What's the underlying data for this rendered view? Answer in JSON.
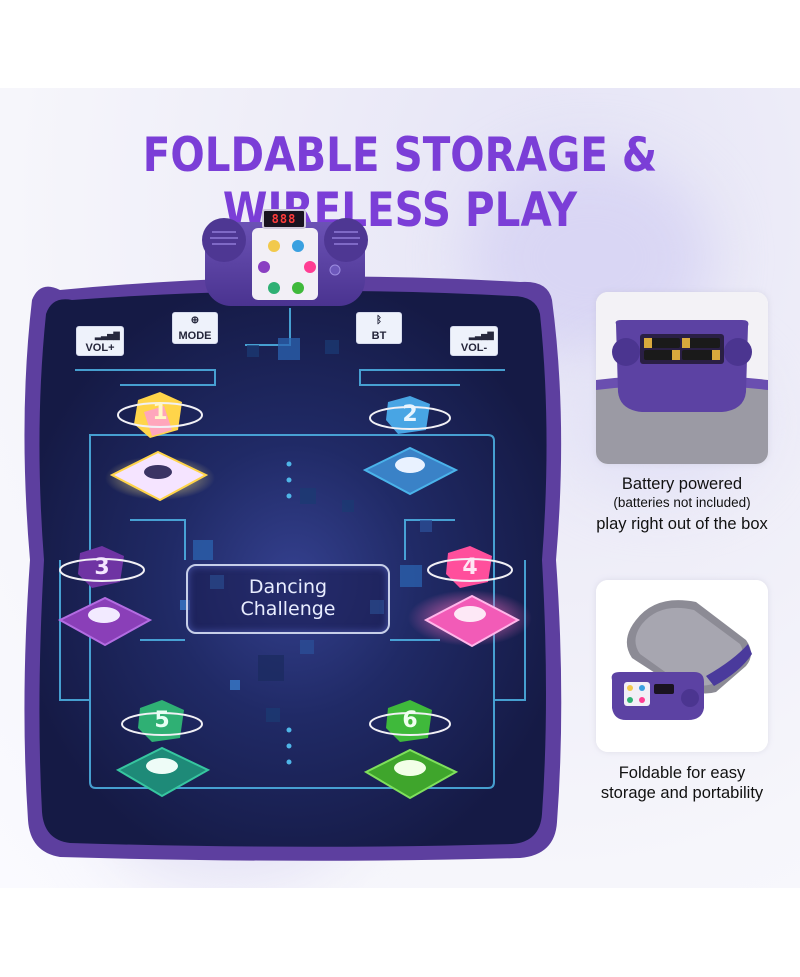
{
  "title": "FOLDABLE STORAGE & WIRELESS PLAY",
  "controller": {
    "display_value": "888"
  },
  "buttons": {
    "vol_plus": "VOL+",
    "mode": "MODE",
    "bt": "BT",
    "vol_minus": "VOL-"
  },
  "center_panel": {
    "line1": "Dancing",
    "line2": "Challenge"
  },
  "pads": [
    {
      "number": "1",
      "color": "#f2c94c"
    },
    {
      "number": "2",
      "color": "#3aa0e0"
    },
    {
      "number": "3",
      "color": "#8a3fc2"
    },
    {
      "number": "4",
      "color": "#ff3d93"
    },
    {
      "number": "5",
      "color": "#2fb074"
    },
    {
      "number": "6",
      "color": "#3fb93b"
    }
  ],
  "features": [
    {
      "line1": "Battery powered",
      "line2": "(batteries not included)",
      "line3": "play right out of the box"
    },
    {
      "line1": "Foldable for easy",
      "line2": "storage and portability"
    }
  ],
  "colors": {
    "title": "#7b3ed7",
    "mat_border": "#5a3f99",
    "mat_fill": "#1d2456",
    "circuit": "#4fb6e8"
  }
}
